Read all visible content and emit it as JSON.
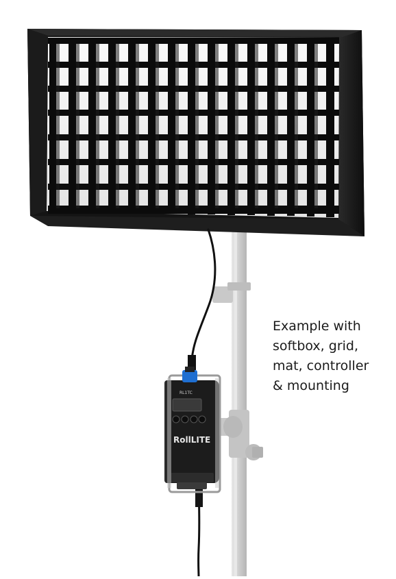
{
  "caption": {
    "lines": [
      "Example with",
      "softbox, grid,",
      "mat, controller",
      "& mounting"
    ]
  },
  "controller": {
    "model_label": "RL1TC",
    "brand_label": "RollLITE"
  },
  "colors": {
    "softbox_frame": "#151515",
    "grid_cell": "#0a0a0a",
    "diffusion": "#f2f2f2",
    "stand": "#cfcfcf",
    "controller_body": "#1c1c1c",
    "connector_blue": "#1f6fd1"
  }
}
